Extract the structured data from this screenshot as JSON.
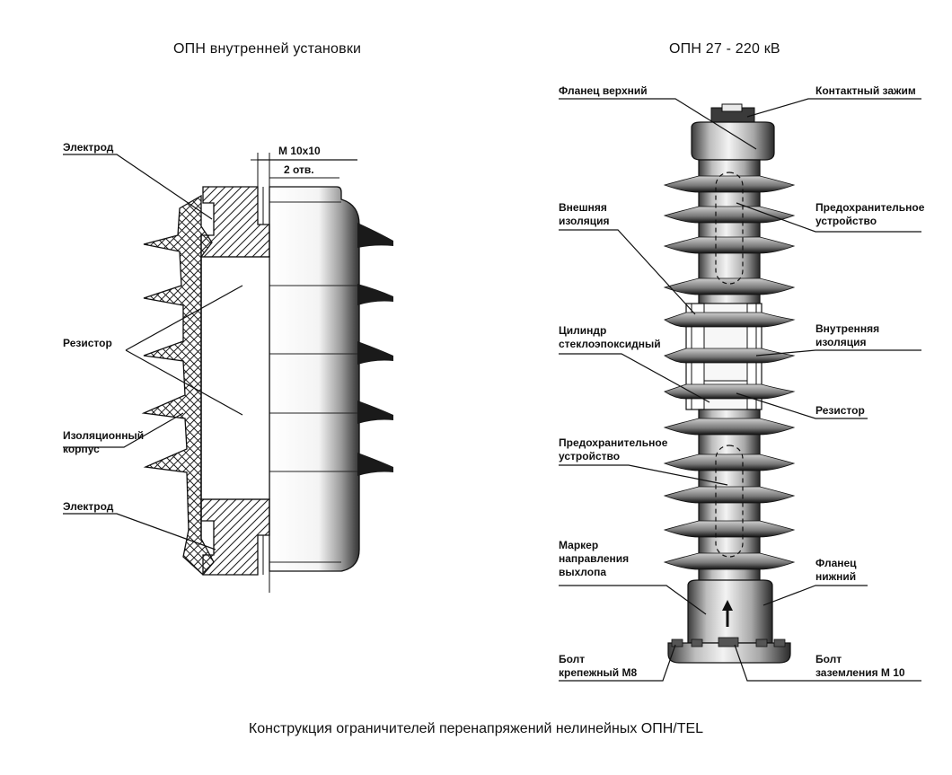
{
  "left_title": "ОПН внутренней установки",
  "right_title": "ОПН 27 - 220 кВ",
  "caption": "Конструкция ограничителей перенапряжений нелинейных ОПН/TEL",
  "left_labels": {
    "electrode_top": "Электрод",
    "thread_size": "М 10х10",
    "holes": "2 отв.",
    "resistor": "Резистор",
    "insulation_body_1": "Изоляционный",
    "insulation_body_2": "корпус",
    "electrode_bottom": "Электрод"
  },
  "right_labels": {
    "top_flange": "Фланец верхний",
    "contact_clamp": "Контактный зажим",
    "external_insulation_1": "Внешняя",
    "external_insulation_2": "изоляция",
    "safety_device_1a": "Предохранительное",
    "safety_device_1b": "устройство",
    "cylinder_1": "Цилиндр",
    "cylinder_2": "стеклоэпоксидный",
    "internal_insulation_1": "Внутренняя",
    "internal_insulation_2": "изоляция",
    "resistor": "Резистор",
    "safety_device_2a": "Предохранительное",
    "safety_device_2b": "устройство",
    "marker_1": "Маркер",
    "marker_2": "направления",
    "marker_3": "выхлопа",
    "bottom_flange_1": "Фланец",
    "bottom_flange_2": "нижний",
    "mount_bolt_1": "Болт",
    "mount_bolt_2": "крепежный М8",
    "ground_bolt_1": "Болт",
    "ground_bolt_2": "заземления М 10"
  }
}
